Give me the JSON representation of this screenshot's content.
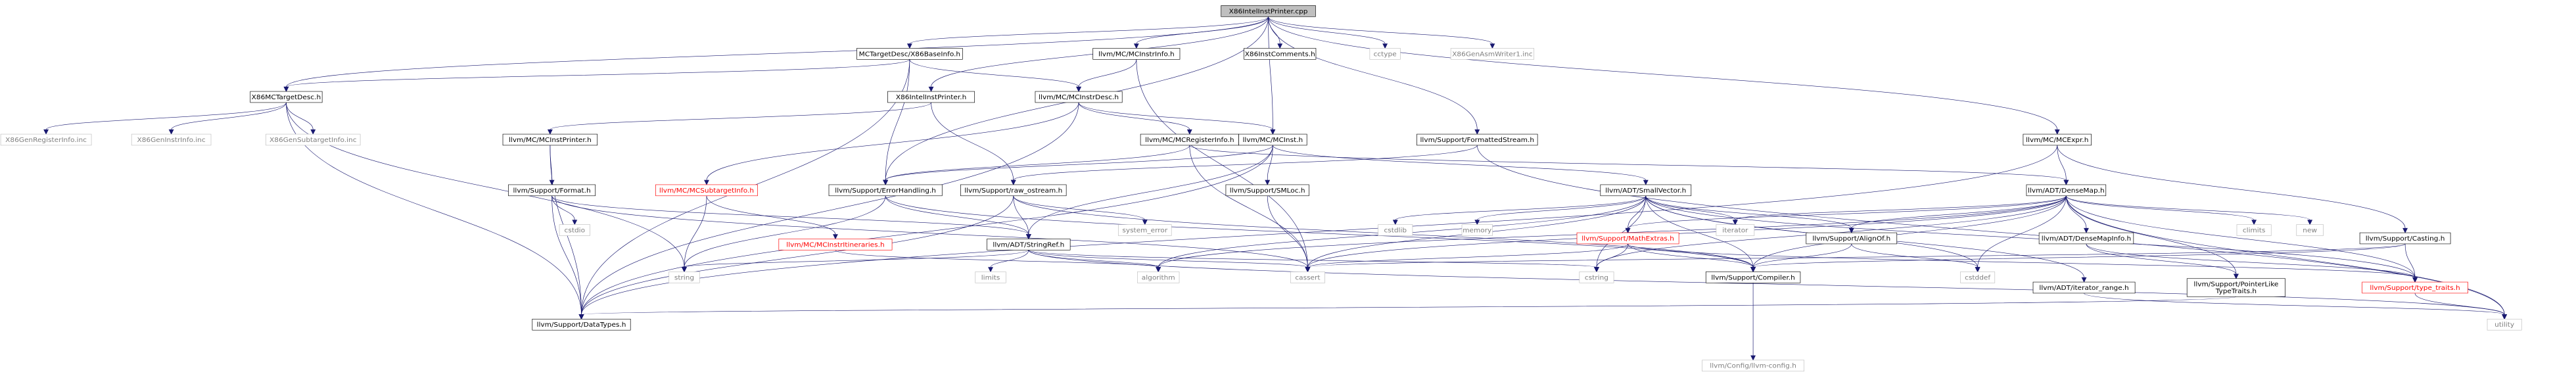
{
  "colors": {
    "edge": "#191970",
    "root_fill": "#bfbfbf",
    "root_border": "#000000",
    "node_fill": "#ffffff",
    "node_border": "#000000",
    "missing_fill": "#ffffff",
    "missing_border": "#bfbfbf",
    "incomplete_border": "#ff0000",
    "incomplete_text": "#ff0000",
    "text": "#000000",
    "missing_text": "#7f7f7f"
  },
  "nodes": [
    {
      "id": "root",
      "label": "X86IntelInstPrinter.cpp",
      "kind": "root"
    },
    {
      "id": "mctargetdesc_base",
      "label": "MCTargetDesc/X86BaseInfo.h",
      "kind": "normal"
    },
    {
      "id": "mcinstrinfo",
      "label": "llvm/MC/MCInstrInfo.h",
      "kind": "normal"
    },
    {
      "id": "x86instcomments",
      "label": "X86InstComments.h",
      "kind": "normal"
    },
    {
      "id": "cctype",
      "label": "cctype",
      "kind": "missing"
    },
    {
      "id": "x86genasmwriter1",
      "label": "X86GenAsmWriter1.inc",
      "kind": "missing"
    },
    {
      "id": "x86mctargetdesc",
      "label": "X86MCTargetDesc.h",
      "kind": "normal"
    },
    {
      "id": "x86intelinstprinter_h",
      "label": "X86IntelInstPrinter.h",
      "kind": "normal"
    },
    {
      "id": "mcinstrdesc",
      "label": "llvm/MC/MCInstrDesc.h",
      "kind": "normal"
    },
    {
      "id": "formattedstream",
      "label": "llvm/Support/FormattedStream.h",
      "kind": "normal"
    },
    {
      "id": "mcexpr",
      "label": "llvm/MC/MCExpr.h",
      "kind": "normal"
    },
    {
      "id": "x86genregisterinfo",
      "label": "X86GenRegisterInfo.inc",
      "kind": "missing"
    },
    {
      "id": "x86geninstrinfo",
      "label": "X86GenInstrInfo.inc",
      "kind": "missing"
    },
    {
      "id": "x86gensubtargetinfo",
      "label": "X86GenSubtargetInfo.inc",
      "kind": "missing"
    },
    {
      "id": "mcinstprinter",
      "label": "llvm/MC/MCInstPrinter.h",
      "kind": "normal"
    },
    {
      "id": "mcregisterinfo",
      "label": "llvm/MC/MCRegisterInfo.h",
      "kind": "normal"
    },
    {
      "id": "mcinst",
      "label": "llvm/MC/MCInst.h",
      "kind": "normal"
    },
    {
      "id": "support_format",
      "label": "llvm/Support/Format.h",
      "kind": "normal"
    },
    {
      "id": "mcsubtargetinfo",
      "label": "llvm/MC/MCSubtargetInfo.h",
      "kind": "incomplete"
    },
    {
      "id": "errorhandling",
      "label": "llvm/Support/ErrorHandling.h",
      "kind": "normal"
    },
    {
      "id": "raw_ostream",
      "label": "llvm/Support/raw_ostream.h",
      "kind": "normal"
    },
    {
      "id": "smloc",
      "label": "llvm/Support/SMLoc.h",
      "kind": "normal"
    },
    {
      "id": "smallvector",
      "label": "llvm/ADT/SmallVector.h",
      "kind": "normal"
    },
    {
      "id": "densemap",
      "label": "llvm/ADT/DenseMap.h",
      "kind": "normal"
    },
    {
      "id": "cstdio",
      "label": "cstdio",
      "kind": "missing"
    },
    {
      "id": "mcinstritineraries",
      "label": "llvm/MC/MCInstrItineraries.h",
      "kind": "incomplete"
    },
    {
      "id": "stringref",
      "label": "llvm/ADT/StringRef.h",
      "kind": "normal"
    },
    {
      "id": "system_error",
      "label": "system_error",
      "kind": "missing"
    },
    {
      "id": "cstdlib",
      "label": "cstdlib",
      "kind": "missing"
    },
    {
      "id": "memory",
      "label": "memory",
      "kind": "missing"
    },
    {
      "id": "mathextras",
      "label": "llvm/Support/MathExtras.h",
      "kind": "incomplete"
    },
    {
      "id": "iterator",
      "label": "iterator",
      "kind": "missing"
    },
    {
      "id": "alignof",
      "label": "llvm/Support/AlignOf.h",
      "kind": "normal"
    },
    {
      "id": "densemapinfo",
      "label": "llvm/ADT/DenseMapInfo.h",
      "kind": "normal"
    },
    {
      "id": "climits",
      "label": "climits",
      "kind": "missing"
    },
    {
      "id": "new",
      "label": "new",
      "kind": "missing"
    },
    {
      "id": "casting",
      "label": "llvm/Support/Casting.h",
      "kind": "normal"
    },
    {
      "id": "string",
      "label": "string",
      "kind": "missing"
    },
    {
      "id": "limits",
      "label": "limits",
      "kind": "missing"
    },
    {
      "id": "algorithm",
      "label": "algorithm",
      "kind": "missing"
    },
    {
      "id": "cassert",
      "label": "cassert",
      "kind": "missing"
    },
    {
      "id": "cstring",
      "label": "cstring",
      "kind": "missing"
    },
    {
      "id": "compiler",
      "label": "llvm/Support/Compiler.h",
      "kind": "normal"
    },
    {
      "id": "cstddef",
      "label": "cstddef",
      "kind": "missing"
    },
    {
      "id": "iterator_range",
      "label": "llvm/ADT/iterator_range.h",
      "kind": "normal"
    },
    {
      "id": "pointerliketypetraits",
      "label": "llvm/Support/PointerLike\nTypeTraits.h",
      "kind": "normal"
    },
    {
      "id": "type_traits",
      "label": "llvm/Support/type_traits.h",
      "kind": "incomplete"
    },
    {
      "id": "datatypes",
      "label": "llvm/Support/DataTypes.h",
      "kind": "normal"
    },
    {
      "id": "utility",
      "label": "utility",
      "kind": "missing"
    },
    {
      "id": "llvm_config",
      "label": "llvm/Config/llvm-config.h",
      "kind": "missing"
    }
  ],
  "edges": [
    [
      "root",
      "mctargetdesc_base"
    ],
    [
      "root",
      "mcinstrinfo"
    ],
    [
      "root",
      "x86instcomments"
    ],
    [
      "root",
      "cctype"
    ],
    [
      "root",
      "x86genasmwriter1"
    ],
    [
      "root",
      "x86mctargetdesc"
    ],
    [
      "root",
      "x86intelinstprinter_h"
    ],
    [
      "root",
      "formattedstream"
    ],
    [
      "root",
      "mcexpr"
    ],
    [
      "root",
      "mcinst"
    ],
    [
      "root",
      "errorhandling"
    ],
    [
      "mctargetdesc_base",
      "x86mctargetdesc"
    ],
    [
      "mctargetdesc_base",
      "mcinstrdesc"
    ],
    [
      "mctargetdesc_base",
      "errorhandling"
    ],
    [
      "mctargetdesc_base",
      "datatypes"
    ],
    [
      "mcinstrinfo",
      "mcinstrdesc"
    ],
    [
      "mcinstrinfo",
      "cassert"
    ],
    [
      "x86mctargetdesc",
      "x86genregisterinfo"
    ],
    [
      "x86mctargetdesc",
      "x86geninstrinfo"
    ],
    [
      "x86mctargetdesc",
      "x86gensubtargetinfo"
    ],
    [
      "x86mctargetdesc",
      "string"
    ],
    [
      "x86mctargetdesc",
      "datatypes"
    ],
    [
      "x86intelinstprinter_h",
      "mcinstprinter"
    ],
    [
      "x86intelinstprinter_h",
      "raw_ostream"
    ],
    [
      "mcinstrdesc",
      "mcregisterinfo"
    ],
    [
      "mcinstrdesc",
      "mcsubtargetinfo"
    ],
    [
      "mcinstrdesc",
      "mcinst"
    ],
    [
      "mcinstrdesc",
      "datatypes"
    ],
    [
      "formattedstream",
      "raw_ostream"
    ],
    [
      "formattedstream",
      "utility"
    ],
    [
      "mcexpr",
      "densemap"
    ],
    [
      "mcexpr",
      "casting"
    ],
    [
      "mcexpr",
      "datatypes"
    ],
    [
      "mcinstprinter",
      "support_format"
    ],
    [
      "mcinstprinter",
      "datatypes"
    ],
    [
      "mcregisterinfo",
      "densemap"
    ],
    [
      "mcregisterinfo",
      "errorhandling"
    ],
    [
      "mcregisterinfo",
      "cassert"
    ],
    [
      "mcinst",
      "smallvector"
    ],
    [
      "mcinst",
      "smloc"
    ],
    [
      "mcinst",
      "stringref"
    ],
    [
      "mcinst",
      "datatypes"
    ],
    [
      "mcinst",
      "errorhandling"
    ],
    [
      "support_format",
      "cstdio"
    ],
    [
      "support_format",
      "stringref"
    ],
    [
      "support_format",
      "cassert"
    ],
    [
      "support_format",
      "datatypes"
    ],
    [
      "mcsubtargetinfo",
      "mcinstritineraries"
    ],
    [
      "mcsubtargetinfo",
      "string"
    ],
    [
      "errorhandling",
      "stringref"
    ],
    [
      "errorhandling",
      "compiler"
    ],
    [
      "errorhandling",
      "string"
    ],
    [
      "raw_ostream",
      "stringref"
    ],
    [
      "raw_ostream",
      "compiler"
    ],
    [
      "raw_ostream",
      "system_error"
    ],
    [
      "raw_ostream",
      "datatypes"
    ],
    [
      "smloc",
      "cassert"
    ],
    [
      "smallvector",
      "mathextras"
    ],
    [
      "smallvector",
      "alignof"
    ],
    [
      "smallvector",
      "compiler"
    ],
    [
      "smallvector",
      "iterator_range"
    ],
    [
      "smallvector",
      "type_traits"
    ],
    [
      "smallvector",
      "algorithm"
    ],
    [
      "smallvector",
      "cassert"
    ],
    [
      "smallvector",
      "cstddef"
    ],
    [
      "smallvector",
      "cstdlib"
    ],
    [
      "smallvector",
      "cstring"
    ],
    [
      "smallvector",
      "iterator"
    ],
    [
      "smallvector",
      "memory"
    ],
    [
      "densemap",
      "densemapinfo"
    ],
    [
      "densemap",
      "mathextras"
    ],
    [
      "densemap",
      "alignof"
    ],
    [
      "densemap",
      "compiler"
    ],
    [
      "densemap",
      "pointerliketypetraits"
    ],
    [
      "densemap",
      "type_traits"
    ],
    [
      "densemap",
      "algorithm"
    ],
    [
      "densemap",
      "cassert"
    ],
    [
      "densemap",
      "climits"
    ],
    [
      "densemap",
      "cstddef"
    ],
    [
      "densemap",
      "cstring"
    ],
    [
      "densemap",
      "iterator"
    ],
    [
      "densemap",
      "new"
    ],
    [
      "densemap",
      "utility"
    ],
    [
      "mcinstritineraries",
      "algorithm"
    ],
    [
      "stringref",
      "algorithm"
    ],
    [
      "stringref",
      "cassert"
    ],
    [
      "stringref",
      "cstring"
    ],
    [
      "stringref",
      "limits"
    ],
    [
      "stringref",
      "string"
    ],
    [
      "stringref",
      "utility"
    ],
    [
      "mathextras",
      "compiler"
    ],
    [
      "mathextras",
      "cassert"
    ],
    [
      "mathextras",
      "cstring"
    ],
    [
      "mathextras",
      "type_traits"
    ],
    [
      "alignof",
      "compiler"
    ],
    [
      "alignof",
      "cstddef"
    ],
    [
      "densemapinfo",
      "pointerliketypetraits"
    ],
    [
      "densemapinfo",
      "type_traits"
    ],
    [
      "casting",
      "compiler"
    ],
    [
      "casting",
      "type_traits"
    ],
    [
      "casting",
      "cassert"
    ],
    [
      "compiler",
      "llvm_config"
    ],
    [
      "iterator_range",
      "utility"
    ],
    [
      "pointerliketypetraits",
      "datatypes"
    ],
    [
      "type_traits",
      "utility"
    ]
  ]
}
